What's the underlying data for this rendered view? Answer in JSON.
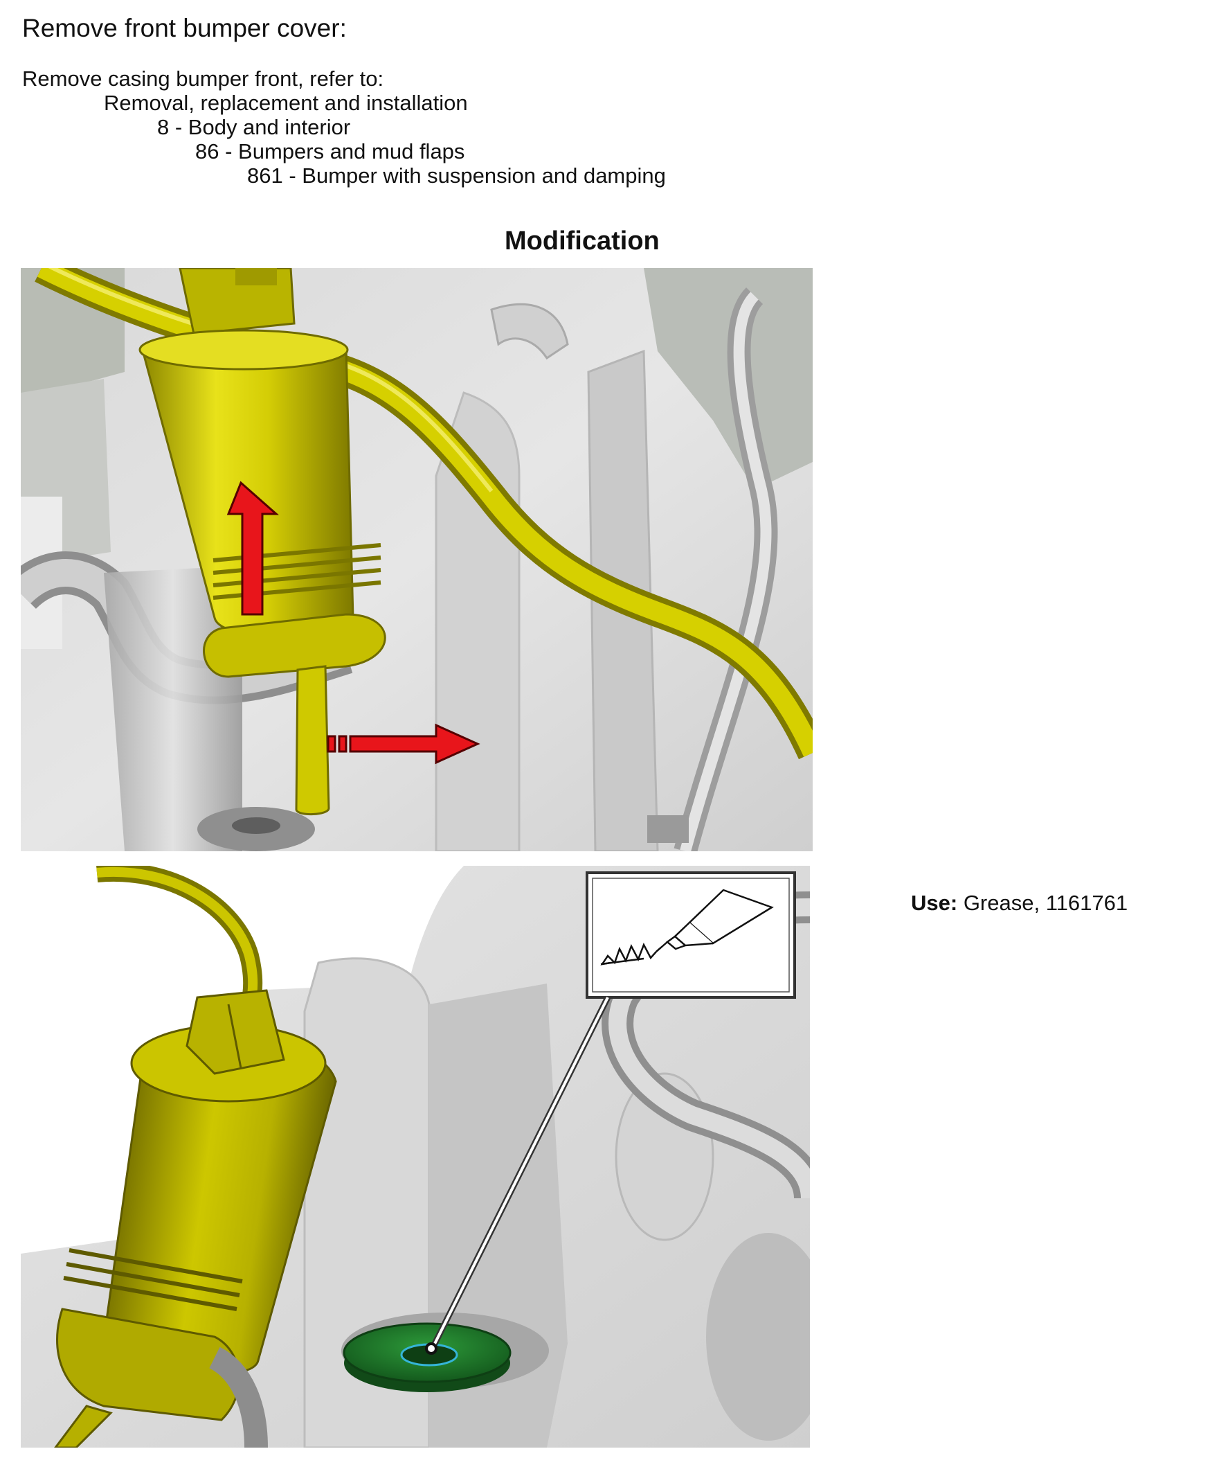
{
  "heading": "Remove front bumper cover:",
  "reference": {
    "lines": [
      "Remove casing bumper front, refer to:",
      "Removal, replacement and installation",
      "8 - Body and interior",
      "86 - Bumpers and mud flaps",
      "861 - Bumper with suspension and damping"
    ]
  },
  "figure": {
    "caption": "Modification",
    "top_illustration": {
      "arrow_color": "#e8151b",
      "part_color": "#d9d300",
      "icons": [
        "up-arrow-icon",
        "right-arrow-icon"
      ]
    },
    "bottom_illustration": {
      "seal_color": "#1f7a2a",
      "icons": [
        "grease-tube-icon"
      ]
    }
  },
  "use": {
    "label": "Use:",
    "value": " Grease, 1161761"
  }
}
